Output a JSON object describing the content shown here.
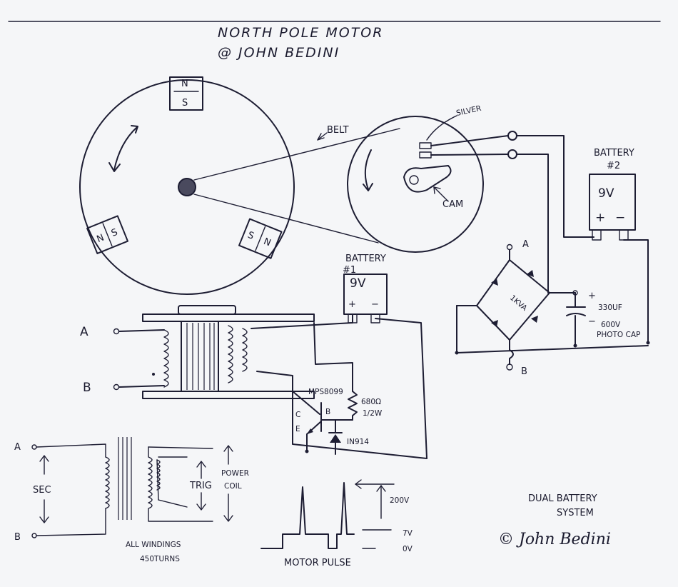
{
  "title": {
    "line1": "NORTH POLE MOTOR",
    "line2": "@ JOHN BEDINI"
  },
  "rotor": {
    "magnet_top_n": "N",
    "magnet_top_s": "S",
    "magnet_left_n": "N",
    "magnet_left_s": "S",
    "magnet_right_s": "S",
    "magnet_right_n": "N"
  },
  "belt_label": "BELT",
  "pulley": {
    "silver_label": "SILVER",
    "cam_label": "CAM"
  },
  "battery2": {
    "name_line1": "BATTERY",
    "name_line2": "#2",
    "voltage": "9V",
    "plus": "+",
    "minus": "−"
  },
  "battery1": {
    "name_line1": "BATTERY",
    "name_line2": "#1",
    "voltage": "9V",
    "plus": "+",
    "minus": "−"
  },
  "bridge": {
    "rating": "1KVA",
    "node_a": "A",
    "node_b": "B"
  },
  "capacitor": {
    "plus": "+",
    "minus": "−",
    "line1": "330UF",
    "line2": "600V",
    "line3": "PHOTO CAP"
  },
  "coil": {
    "terminal_a": "A",
    "terminal_b": "B"
  },
  "transistor": {
    "part": "MPS8099",
    "c": "C",
    "e": "E",
    "b": "B"
  },
  "resistor": {
    "value": "680Ω",
    "power": "1/2W"
  },
  "diode": {
    "part": "IN914"
  },
  "lower_schematic": {
    "terminal_a": "A",
    "terminal_b": "B",
    "sec_label": "SEC",
    "trig_label": "TRIG",
    "power_label_1": "POWER",
    "power_label_2": "COIL",
    "windings_1": "ALL WINDINGS",
    "windings_2": "450TURNS"
  },
  "pulse": {
    "v_high": "200V",
    "v_mid": "7V",
    "v_low": "0V",
    "caption": "MOTOR PULSE"
  },
  "footer": {
    "line1": "DUAL BATTERY",
    "line2": "SYSTEM",
    "signature": "© John Bedini"
  }
}
